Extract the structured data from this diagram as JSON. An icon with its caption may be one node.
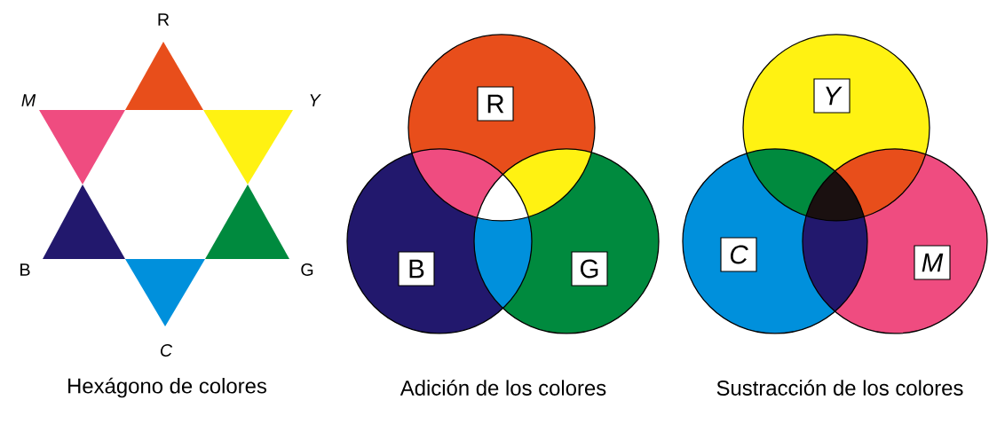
{
  "diagram": {
    "nodes": [
      {
        "text": [
          "R"
        ]
      },
      {
        "text": [
          "B"
        ]
      },
      {
        "text": [
          "G"
        ]
      },
      {
        "text": [
          "Y"
        ]
      },
      {
        "text": [
          "C"
        ]
      },
      {
        "text": [
          "M"
        ]
      }
    ],
    "labels": [
      "R",
      "M",
      "Y",
      "B",
      "G",
      "C",
      "Hexágono de colores",
      "Adición de los colores",
      "Sustracción de los colores"
    ]
  }
}
